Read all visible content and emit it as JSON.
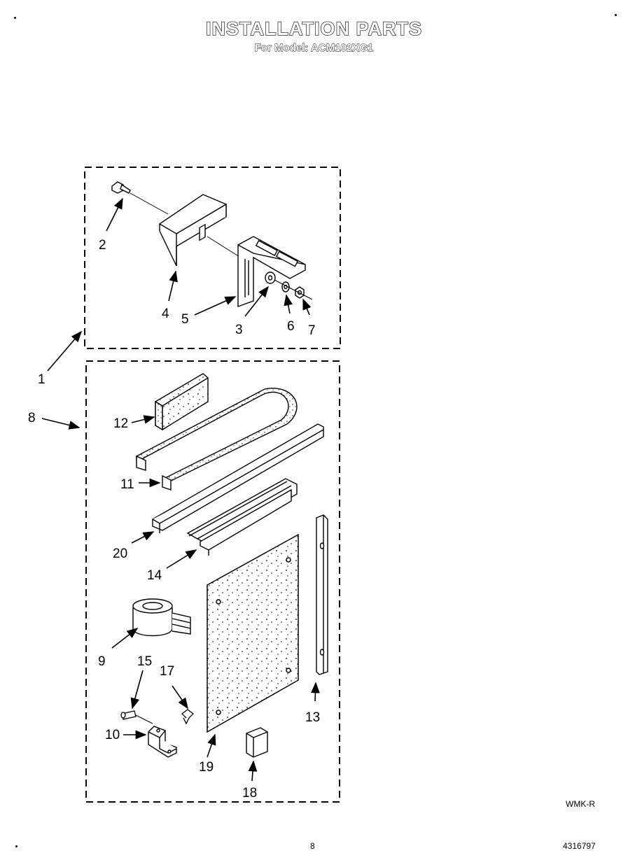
{
  "header": {
    "title": "INSTALLATION PARTS",
    "subtitle": "For Model: ACM102XG1"
  },
  "callouts": [
    "1",
    "2",
    "3",
    "4",
    "5",
    "6",
    "7",
    "8",
    "9",
    "10",
    "11",
    "12",
    "13",
    "14",
    "15",
    "17",
    "18",
    "19",
    "20"
  ],
  "footer": {
    "code": "WMK-R",
    "page": "8",
    "part_number": "4316797"
  }
}
